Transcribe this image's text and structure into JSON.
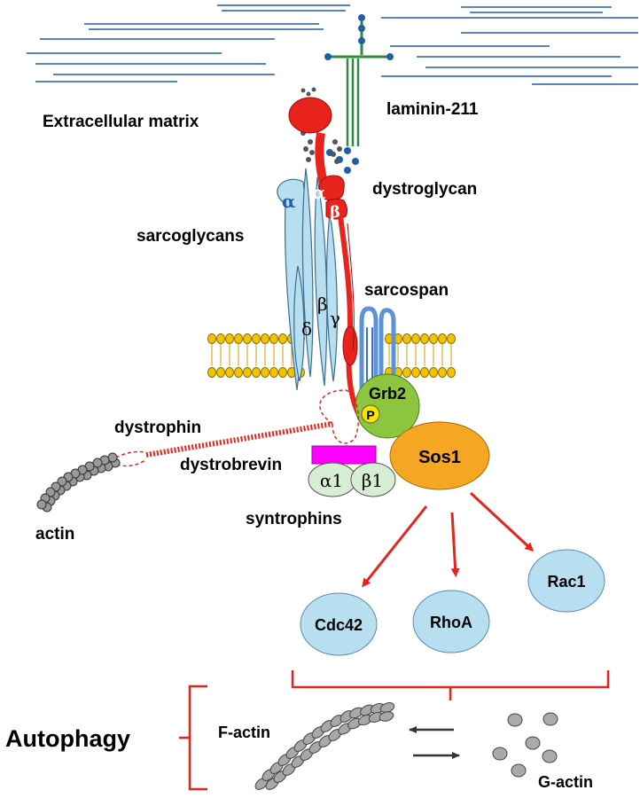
{
  "labels": {
    "ecm": "Extracellular matrix",
    "laminin": "laminin-211",
    "dystroglycan": "dystroglycan",
    "sarcoglycans": "sarcoglycans",
    "sarcospan": "sarcospan",
    "dystrophin": "dystrophin",
    "dystrobrevin": "dystrobrevin",
    "syntrophins": "syntrophins",
    "actin": "actin",
    "autophagy": "Autophagy",
    "factin": "F-actin",
    "gactin": "G-actin"
  },
  "nodes": {
    "grb2": "Grb2",
    "phospho": "P",
    "sos1": "Sos1",
    "cdc42": "Cdc42",
    "rhoa": "RhoA",
    "rac1": "Rac1"
  },
  "greek": {
    "dg_alpha": "α",
    "dg_beta": "β",
    "sg_alpha": "α",
    "sg_beta": "β",
    "sg_gamma": "γ",
    "sg_delta": "δ",
    "syn_a1": "α1",
    "syn_b1": "β1"
  },
  "colors": {
    "red": "#e8231b",
    "lightblue": "#b8dff0",
    "sarcospan_blue": "#5d93d6",
    "grb2_green": "#8cc63f",
    "sos1_orange": "#f5a623",
    "dystrobrevin_magenta": "#ff00ff",
    "syntrophin_green": "#d6efd4",
    "membrane_yellow": "#f2c300",
    "laminin_green": "#2e8b3a",
    "ecm_blue": "#1f5fa6"
  }
}
